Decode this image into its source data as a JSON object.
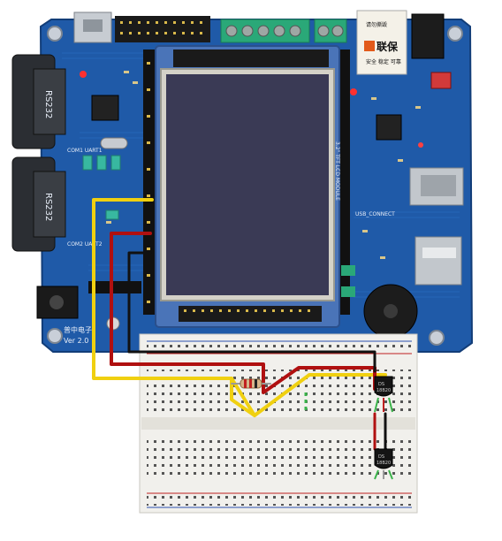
{
  "photo": {
    "board": {
      "serial_ports": [
        "RS232",
        "RS232"
      ],
      "port_labels": [
        "COM1 UART1",
        "COM2 UART2"
      ],
      "brand_line1": "普中电子",
      "brand_line2": "Ver 2.0",
      "sticker_main": "联保",
      "sticker_sub": "安全  稳定  可靠",
      "sticker_top": "请勿撕毁",
      "usb_connect_label": "USB_CONNECT",
      "tft_label": "3.2\" TFT LCD MODULE"
    },
    "sensors": [
      {
        "marking_line1": "DS",
        "marking_line2": "18B20"
      },
      {
        "marking_line1": "DS",
        "marking_line2": "18B20"
      }
    ],
    "colors": {
      "pcb_blue": "#1f5aa8",
      "screen": "#3a3a55",
      "wire_yellow": "#f0d010",
      "wire_red": "#b01010",
      "wire_black": "#111111",
      "breadboard": "#f1f0ec"
    }
  }
}
